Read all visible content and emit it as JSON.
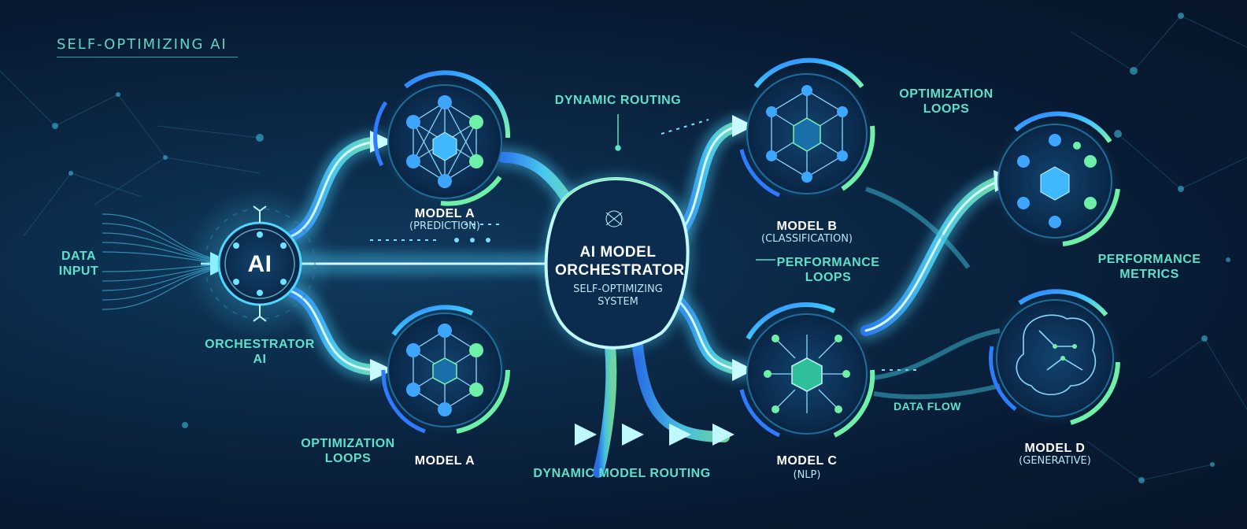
{
  "header": {
    "tag": "SELF-OPTIMIZING AI"
  },
  "input": {
    "label_line1": "DATA",
    "label_line2": "INPUT"
  },
  "orchestrator_ai": {
    "glyph": "AI",
    "label_line1": "ORCHESTRATOR",
    "label_line2": "AI"
  },
  "center": {
    "title_line1": "AI MODEL",
    "title_line2": "ORCHESTRATOR",
    "sub_line1": "SELF-OPTIMIZING",
    "sub_line2": "SYSTEM"
  },
  "model_a_top": {
    "name": "MODEL A",
    "kind": "(PREDICTION)"
  },
  "model_a_bottom": {
    "name": "MODEL A"
  },
  "model_b": {
    "name": "MODEL B",
    "kind": "(CLASSIFICATION)"
  },
  "model_c": {
    "name": "MODEL C",
    "kind": "(NLP)"
  },
  "model_d": {
    "name": "MODEL D",
    "kind": "(GENERATIVE)"
  },
  "annotations": {
    "dynamic_routing": "DYNAMIC ROUTING",
    "optimization_loops_top_1": "OPTIMIZATION",
    "optimization_loops_top_2": "LOOPS",
    "performance_loops_1": "PERFORMANCE",
    "performance_loops_2": "LOOPS",
    "performance_metrics_1": "PERFORMANCE",
    "performance_metrics_2": "METRICS",
    "optimization_loops_bottom_1": "OPTIMIZATION",
    "optimization_loops_bottom_2": "LOOPS",
    "dynamic_model_routing": "DYNAMIC MODEL ROUTING",
    "data_flow": "DATA FLOW"
  },
  "colors": {
    "cyan": "#4fd8ff",
    "green": "#6ff0a8",
    "teal": "#5fe0c8",
    "blue": "#2f7bff",
    "bg": "#0a1f3a"
  },
  "icons": [
    "network-icon",
    "cube-icon",
    "hexagon-chip-icon",
    "brain-circuit-icon",
    "ai-chip-icon",
    "arrow-icon"
  ]
}
